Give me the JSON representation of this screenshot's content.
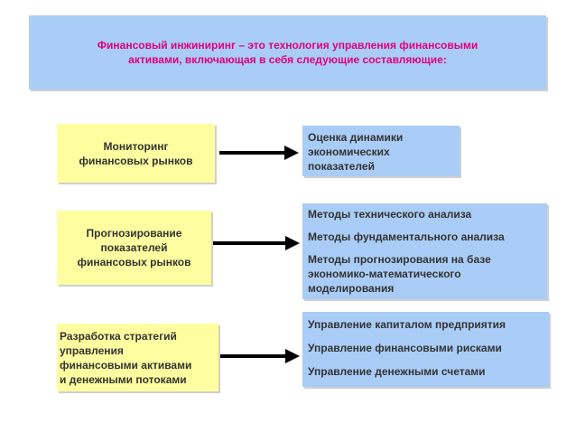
{
  "header": {
    "line1": "Финансовый инжиниринг – это технология управления финансовыми",
    "line2": "активами, включающая в себя следующие составляющие:"
  },
  "rows": [
    {
      "left": [
        "Мониторинг",
        "финансовых рынков"
      ],
      "right": [
        [
          "Оценка динамики",
          "экономических",
          "показателей"
        ]
      ]
    },
    {
      "left": [
        "Прогнозирование",
        "показателей",
        "финансовых рынков"
      ],
      "right": [
        [
          "Методы технического анализа"
        ],
        [
          "Методы фундаментального анализа"
        ],
        [
          "Методы прогнозирования на базе",
          "экономико-математического",
          "моделирования"
        ]
      ]
    },
    {
      "left": [
        "Разработка стратегий",
        "управления",
        "финансовыми активами",
        "и денежными потоками"
      ],
      "right": [
        [
          "Управление капиталом предприятия"
        ],
        [
          "Управление финансовыми рисками"
        ],
        [
          "Управление денежными счетами"
        ]
      ]
    }
  ],
  "colors": {
    "header_text": "#e0007a",
    "blue_box": "#a9cdf7",
    "yellow_box": "#fefea0",
    "arrow": "#000000"
  }
}
